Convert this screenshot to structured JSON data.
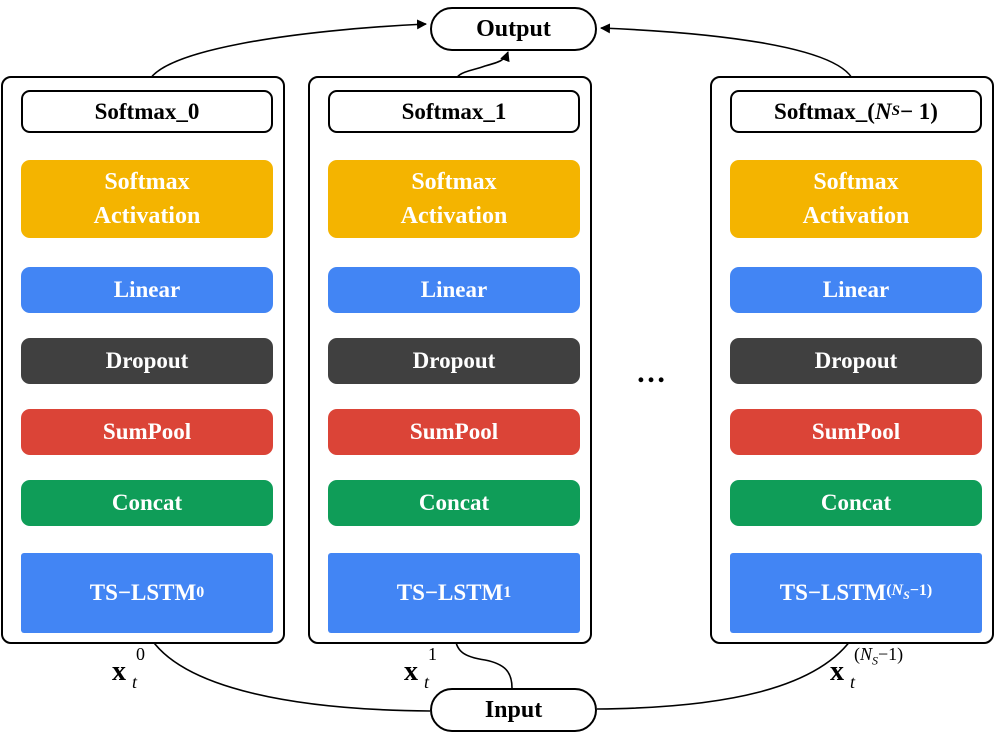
{
  "output_label": "Output",
  "input_label": "Input",
  "ellipsis": "…",
  "columns": [
    {
      "softmax_label": "Softmax_0",
      "activation_line1": "Softmax",
      "activation_line2": "Activation",
      "linear": "Linear",
      "dropout": "Dropout",
      "sumpool": "SumPool",
      "concat": "Concat",
      "lstm_base": "TS−LSTM",
      "lstm_sub": "0",
      "x_var": "x",
      "x_time": "t",
      "x_sup": "0"
    },
    {
      "softmax_label": "Softmax_1",
      "activation_line1": "Softmax",
      "activation_line2": "Activation",
      "linear": "Linear",
      "dropout": "Dropout",
      "sumpool": "SumPool",
      "concat": "Concat",
      "lstm_base": "TS−LSTM",
      "lstm_sub": "1",
      "x_var": "x",
      "x_time": "t",
      "x_sup": "1"
    },
    {
      "softmax_label_prefix": "Softmax_(",
      "softmax_label_var": "N",
      "softmax_label_varsub": "S",
      "softmax_label_suffix": " − 1)",
      "activation_line1": "Softmax",
      "activation_line2": "Activation",
      "linear": "Linear",
      "dropout": "Dropout",
      "sumpool": "SumPool",
      "concat": "Concat",
      "lstm_base": "TS−LSTM",
      "lstm_sub_prefix": "(",
      "lstm_sub_var": "N",
      "lstm_sub_varsub": "S",
      "lstm_sub_suffix": "−1)",
      "x_var": "x",
      "x_time": "t",
      "x_sup_prefix": "(",
      "x_sup_var": "N",
      "x_sup_varsub": "S",
      "x_sup_suffix": "−1)"
    }
  ],
  "colors": {
    "activation": "#F4B400",
    "linear": "#4285F4",
    "dropout": "#404040",
    "sumpool": "#DB4437",
    "concat": "#0F9D58",
    "lstm": "#4285F4"
  }
}
